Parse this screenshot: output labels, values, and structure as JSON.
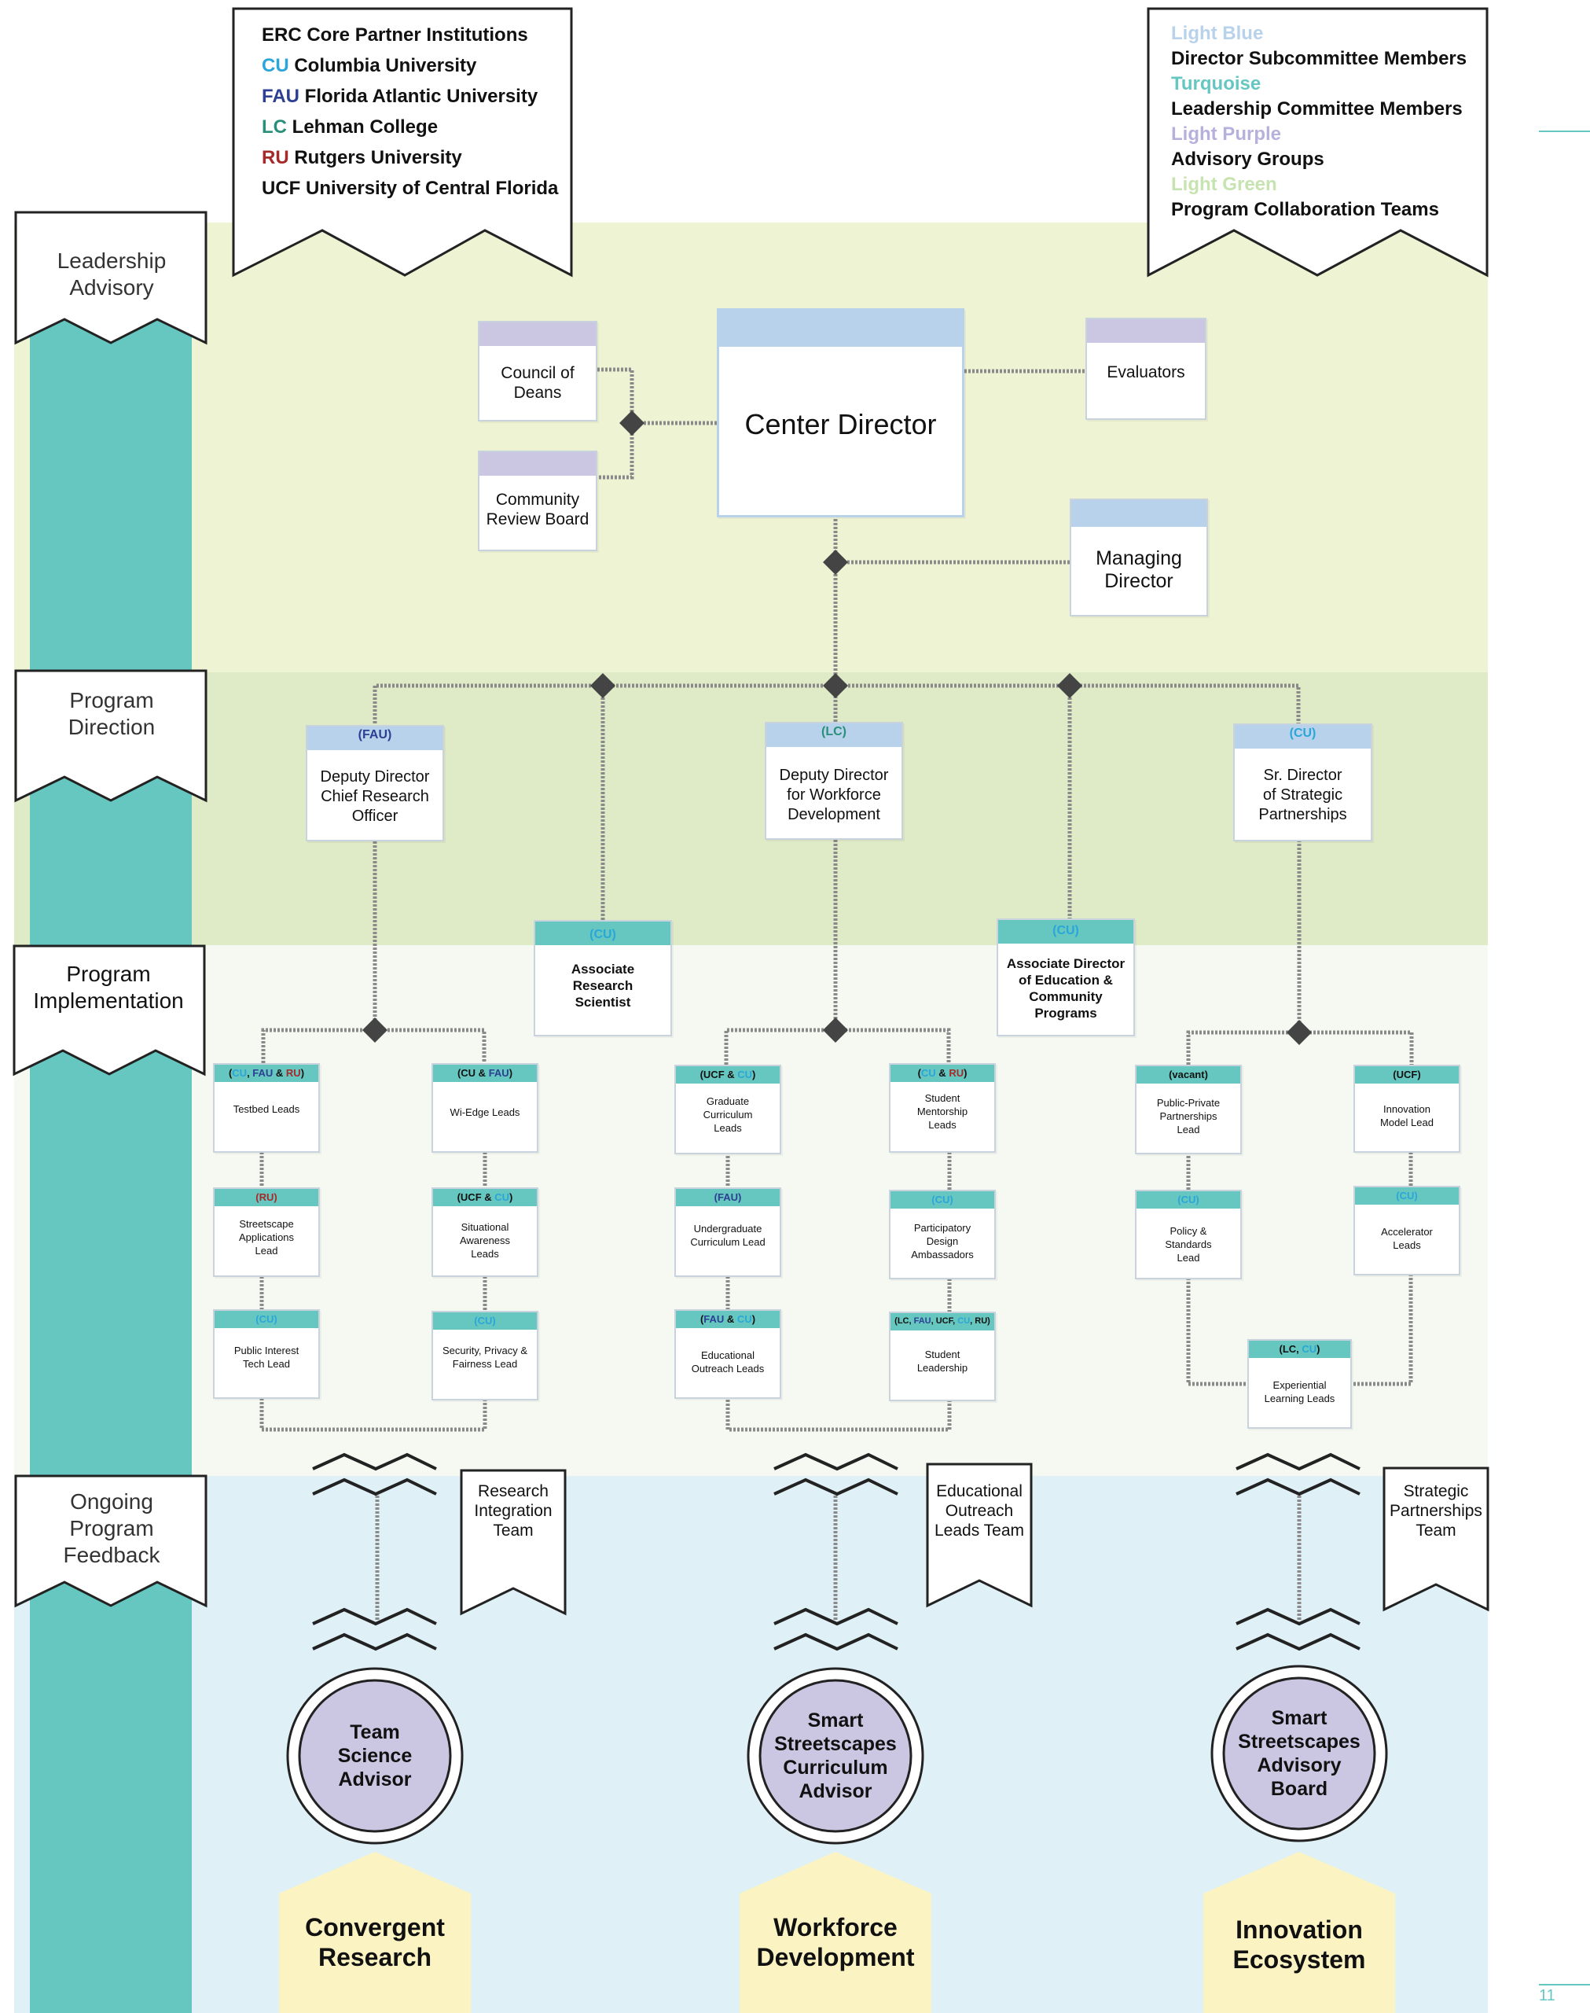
{
  "colors": {
    "leadership_band": "#eef3d4",
    "direction_band": "#dfeac6",
    "implementation_band": "#f6f9f2",
    "feedback_band": "#dff0f6",
    "side_bar": "#66c7c0",
    "header_blue": "#b7d2ea",
    "header_purple": "#cbc7e3",
    "header_turquoise": "#66c7c0",
    "advisor_circle": "#cbc7e3",
    "pillar_house": "#fbf4c2"
  },
  "partners": {
    "title": "ERC Core Partner Institutions",
    "items": [
      {
        "abbr": "CU",
        "name": "Columbia University",
        "color": "#2aa6d9"
      },
      {
        "abbr": "FAU",
        "name": "Florida Atlantic University",
        "color": "#2d3f93"
      },
      {
        "abbr": "LC",
        "name": "Lehman College",
        "color": "#2a8f7a"
      },
      {
        "abbr": "RU",
        "name": "Rutgers University",
        "color": "#a52a2a"
      },
      {
        "abbr": "UCF",
        "name": "University of Central Florida",
        "color": "#111111"
      }
    ]
  },
  "legend": {
    "items": [
      {
        "color_name": "Light Blue",
        "label": "Director Subcommittee Members",
        "color": "#b7d2ea"
      },
      {
        "color_name": "Turquoise",
        "label": "Leadership Committee Members",
        "color": "#66c7c0"
      },
      {
        "color_name": "Light Purple",
        "label": "Advisory Groups",
        "color": "#b6b1dc"
      },
      {
        "color_name": "Light Green",
        "label": "Program Collaboration Teams",
        "color": "#c6e3b0"
      }
    ]
  },
  "bands": {
    "leadership": "Leadership Advisory",
    "direction": "Program Direction",
    "implementation": "Program Implementation",
    "feedback": "Ongoing Program Feedback"
  },
  "leadership": {
    "council": "Council of Deans",
    "community": "Community Review Board",
    "center_director": "Center Director",
    "evaluators": "Evaluators",
    "managing_director": "Managing Director"
  },
  "direction": {
    "deputy_research": {
      "tag": "(FAU)",
      "title": "Deputy Director Chief Research Officer"
    },
    "deputy_workforce": {
      "tag": "(LC)",
      "title": "Deputy Director for Workforce Development"
    },
    "strategic": {
      "tag": "(CU)",
      "title": "Sr. Director of Strategic Partnerships"
    },
    "assoc_research": {
      "tag": "(CU)",
      "title": "Associate Research Scientist"
    },
    "assoc_education": {
      "tag": "(CU)",
      "title": "Associate Director of Education & Community Programs"
    }
  },
  "implementation": {
    "testbed": {
      "tag": "(CU, FAU & RU)",
      "title": "Testbed Leads"
    },
    "wiedge": {
      "tag": "(CU & FAU)",
      "title": "Wi-Edge Leads"
    },
    "streetscape": {
      "tag": "(RU)",
      "title": "Streetscape Applications Lead"
    },
    "situational": {
      "tag": "(UCF & CU)",
      "title": "Situational Awareness Leads"
    },
    "public_interest": {
      "tag": "(CU)",
      "title": "Public Interest Tech Lead"
    },
    "security": {
      "tag": "(CU)",
      "title": "Security, Privacy & Fairness Lead"
    },
    "graduate": {
      "tag": "(UCF & CU)",
      "title": "Graduate Curriculum Leads"
    },
    "mentorship": {
      "tag": "(CU & RU)",
      "title": "Student Mentorship Leads"
    },
    "undergraduate": {
      "tag": "(FAU)",
      "title": "Undergraduate Curriculum Lead"
    },
    "participatory": {
      "tag": "(CU)",
      "title": "Participatory Design Ambassadors"
    },
    "edu_outreach": {
      "tag": "(FAU & CU)",
      "title": "Educational Outreach Leads"
    },
    "student_leadership": {
      "tag": "(LC, FAU, UCF, CU, RU)",
      "title": "Student Leadership"
    },
    "public_private": {
      "tag": "(vacant)",
      "title": "Public-Private Partnerships Lead"
    },
    "innovation_model": {
      "tag": "(UCF)",
      "title": "Innovation Model Lead"
    },
    "policy": {
      "tag": "(CU)",
      "title": "Policy & Standards Lead"
    },
    "accelerator": {
      "tag": "(CU)",
      "title": "Accelerator Leads"
    },
    "experiential": {
      "tag": "(LC, CU)",
      "title": "Experiential Learning Leads"
    }
  },
  "feedback": {
    "teams": [
      "Research Integration Team",
      "Educational Outreach Leads Team",
      "Strategic Partnerships Team"
    ],
    "advisors": [
      "Team Science Advisor",
      "Smart Streetscapes Curriculum Advisor",
      "Smart Streetscapes Advisory Board"
    ],
    "pillars": [
      "Convergent Research",
      "Workforce Development",
      "Innovation Ecosystem"
    ]
  },
  "page_number": "11"
}
